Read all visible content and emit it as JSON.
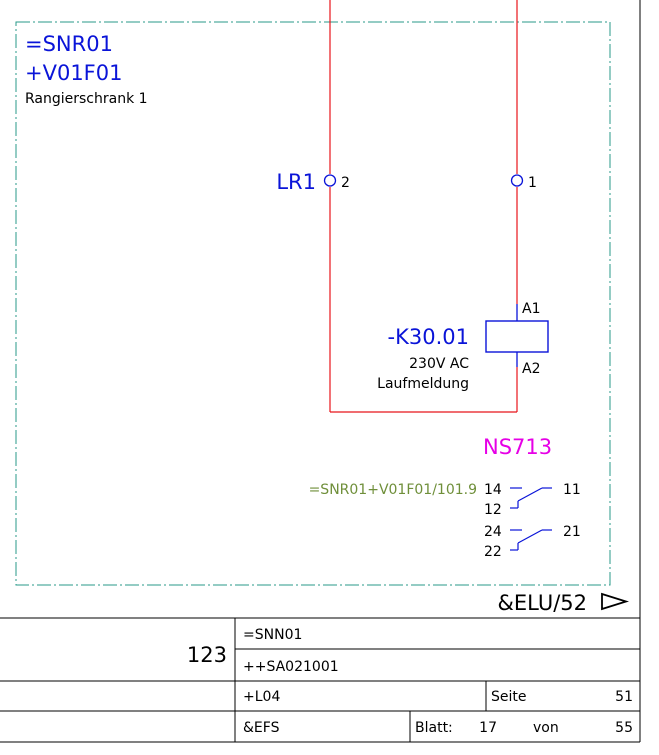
{
  "location": {
    "function": "=SNR01",
    "location": "+V01F01",
    "description": "Rangierschrank 1"
  },
  "terminal_strip": {
    "label": "LR1",
    "pin_left": "2",
    "pin_right": "1"
  },
  "relay": {
    "tag": "-K30.01",
    "voltage": "230V AC",
    "function": "Laufmeldung",
    "pin_top": "A1",
    "pin_bottom": "A2"
  },
  "contacts": {
    "ref": "NS713",
    "cross_ref": "=SNR01+V01F01/101.9",
    "c1": {
      "common": "14",
      "no": "11",
      "nc": "12"
    },
    "c2": {
      "common": "24",
      "no": "21",
      "nc": "22"
    }
  },
  "page_ref": "&ELU/52",
  "titleblock": {
    "number": "123",
    "plant": "=SNN01",
    "subplant": "++SA021001",
    "location": "+L04",
    "seite_label": "Seite",
    "seite_value": "51",
    "doc": "&EFS",
    "blatt_label": "Blatt:",
    "blatt_value": "17",
    "von_label": "von",
    "von_value": "55"
  },
  "colors": {
    "wire": "#e8141a",
    "symbol": "#0a14d8",
    "frame": "#2a9a8a",
    "reference": "#e600e6",
    "crossref": "#6f8f3a"
  }
}
